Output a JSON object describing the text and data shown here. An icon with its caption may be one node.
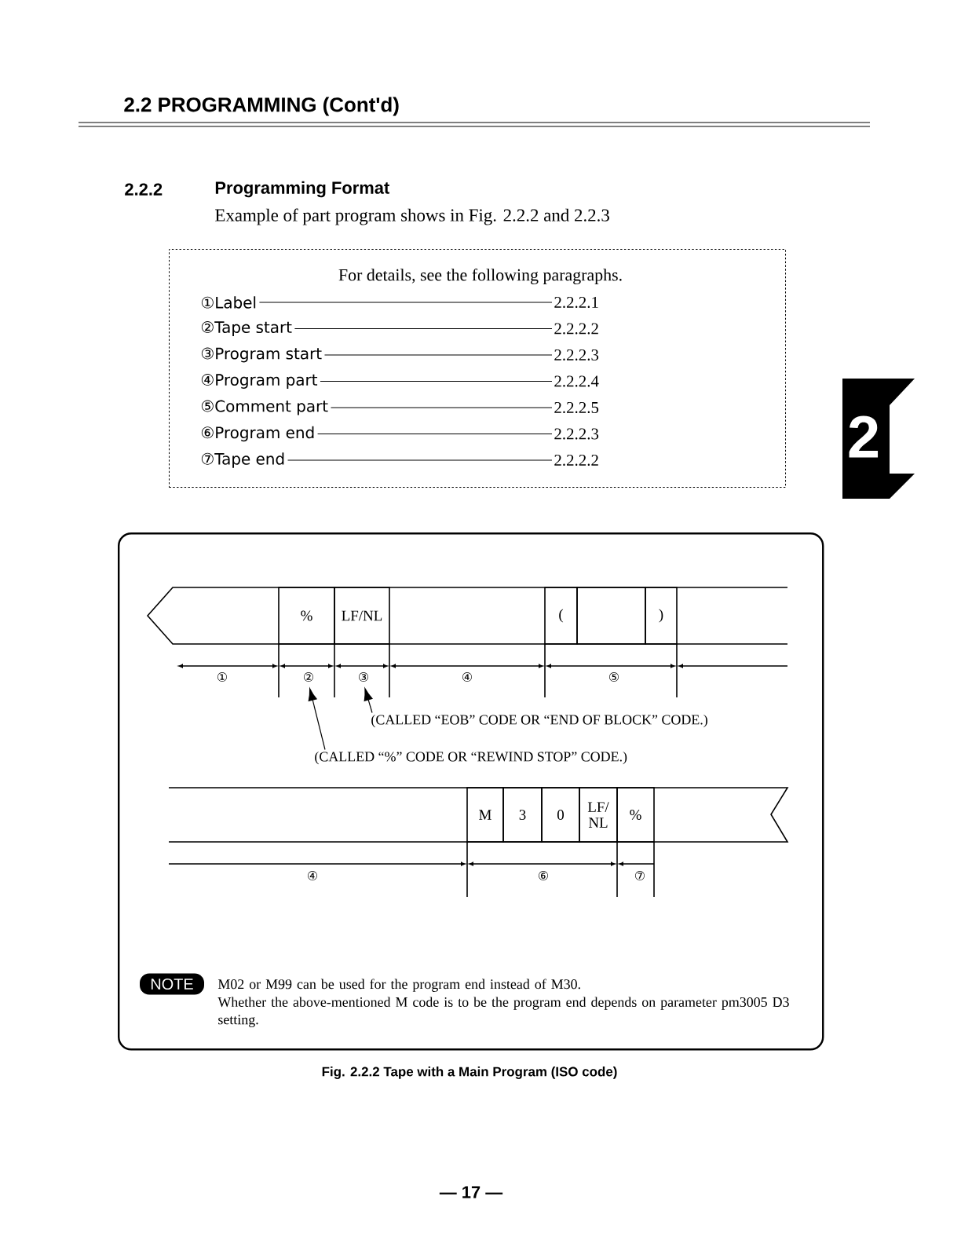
{
  "diagram": {
    "title": "2.2 PROGRAMMING (Cont'd)",
    "caption": "Fig. 2.2.2 Tape with a Main Program (ISO code)",
    "nodes": [
      {
        "text": [
          "For details, see the following paragraphs.",
          "①Label",
          "2.2.2.1",
          "②Tape start",
          "2.2.2.2",
          "③Program start",
          "2.2.2.3",
          "④Program part",
          "2.2.2.4",
          "⑤Comment part",
          "2.2.2.5",
          "⑥Program end",
          "2.2.2.3",
          "⑦Tape end",
          "2.2.2.2"
        ]
      },
      {
        "text": [
          "M02 or M99 can be used for the program end instead of M30.",
          "Whether the above-mentioned M code is to be the program end depends on parameter pm3005 D3 setting."
        ]
      },
      {
        "text": [
          "NOTE"
        ],
        "in": 1
      },
      {
        "text": [
          "%"
        ],
        "in": 1
      },
      {
        "text": [
          "LF/NL"
        ],
        "in": 1
      },
      {
        "text": [
          "("
        ],
        "in": 1
      },
      {
        "text": [
          ")"
        ],
        "in": 1
      },
      {
        "text": [
          "(CALLED “EOB” CODE OR “END OF BLOCK” CODE.)"
        ],
        "in": 1
      },
      {
        "text": [
          "(CALLED “%” CODE OR “REWIND STOP” CODE.)"
        ],
        "in": 1
      },
      {
        "text": [
          "M"
        ],
        "in": 1
      },
      {
        "text": [
          "3"
        ],
        "in": 1
      },
      {
        "text": [
          "0"
        ],
        "in": 1
      },
      {
        "text": [
          "LF/ NL"
        ],
        "in": 1
      },
      {
        "text": [
          "%"
        ],
        "in": 1
      },
      {
        "text": [
          "②"
        ],
        "in": 1
      },
      {
        "text": [
          "③"
        ],
        "in": 1
      }
    ],
    "edges": [
      {
        "from": 7,
        "to": 15,
        "arrow": "to"
      },
      {
        "from": 8,
        "to": 14,
        "arrow": "to"
      }
    ],
    "labels": [
      "2.2.2",
      "Programming Format",
      "Example of part program shows in Fig. 2.2.2 and 2.2.3",
      "2",
      "①",
      "④",
      "⑤",
      "④",
      "⑥",
      "⑦",
      "— 17 —"
    ]
  }
}
